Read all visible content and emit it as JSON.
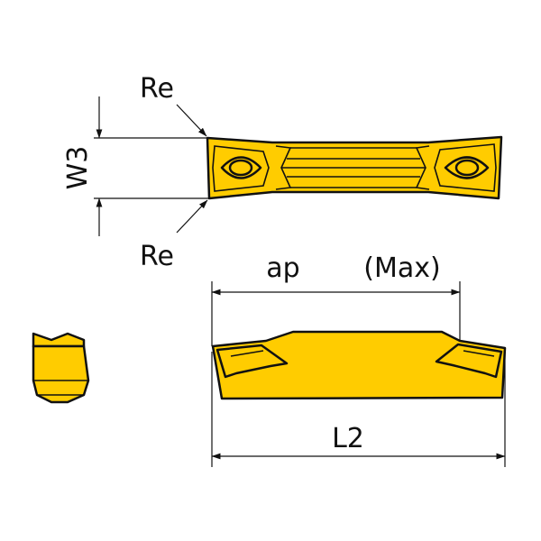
{
  "labels": {
    "re_top": "Re",
    "re_bottom": "Re",
    "w3": "W3",
    "ap": "ap",
    "max": "(Max)",
    "l2": "L2"
  },
  "colors": {
    "insert_fill": "#FFCC00",
    "outline": "#111111",
    "background": "#FFFFFF"
  }
}
